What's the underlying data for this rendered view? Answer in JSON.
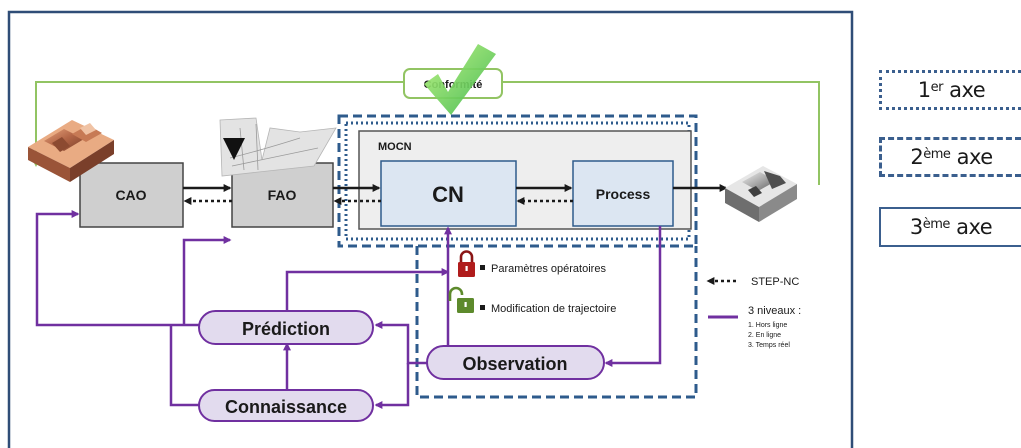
{
  "blocks": {
    "cao": "CAO",
    "fao": "FAO",
    "mocn": "MOCN",
    "cn": "CN",
    "process": "Process",
    "conformite": "Conformité"
  },
  "loop": {
    "prediction": "Prédiction",
    "connaissance": "Connaissance",
    "observation": "Observation"
  },
  "annotations": {
    "parametres": "Paramètres opératoires",
    "modification": "Modification de trajectoire"
  },
  "legend": {
    "step_nc": "STEP-NC",
    "niveaux_title": "3 niveaux :",
    "niveaux": [
      "1. Hors ligne",
      "2. En ligne",
      "3. Temps réel"
    ]
  },
  "axes": {
    "axis1": {
      "base": "1",
      "sup": "er",
      "word": "axe"
    },
    "axis2": {
      "base": "2",
      "sup": "ème",
      "word": "axe"
    },
    "axis3": {
      "base": "3",
      "sup": "ème",
      "word": "axe"
    }
  },
  "colors": {
    "frame": "#2f4d77",
    "dashed_frame": "#2e5b8c",
    "purple": "#7030a0",
    "green": "#92c463",
    "block_gray": "#cfcfcf",
    "block_blue": "#dce6f2",
    "pill": "#e2dbee",
    "lock_closed": "#b01c1c",
    "lock_open": "#5d8a2c"
  },
  "icons": [
    "part-icon",
    "cutting-tool-icon",
    "finished-part-icon",
    "checkmark-icon",
    "lock-closed-icon",
    "lock-open-icon"
  ]
}
